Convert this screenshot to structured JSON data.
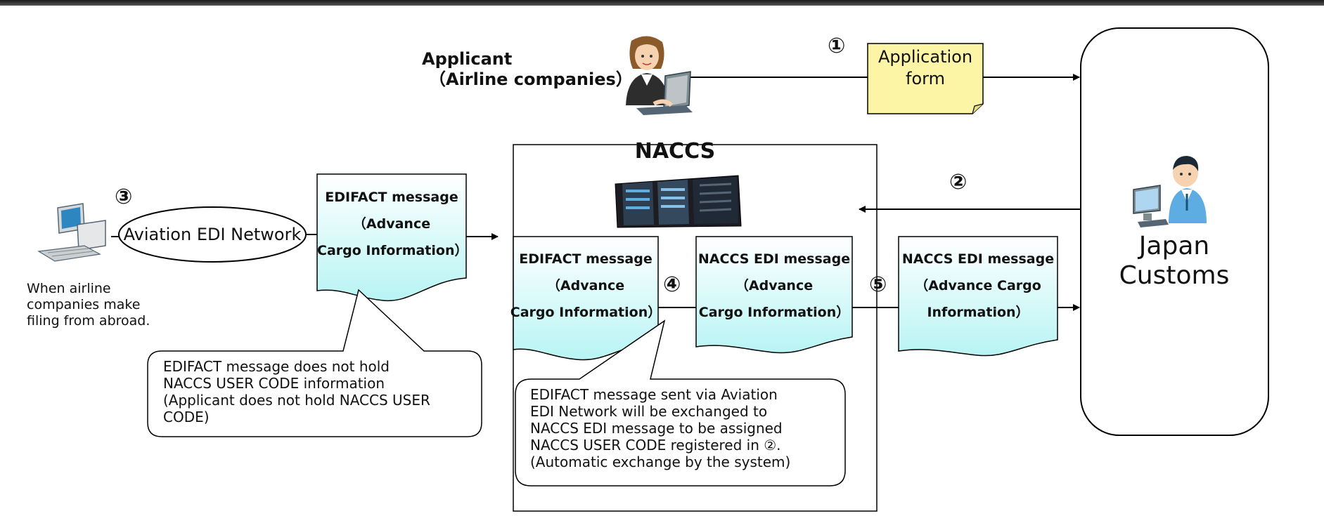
{
  "top_rule_color": "#2a2a2a",
  "accent_colors": {
    "document_fill": "#dffbfb",
    "form_fill": "#fcf5a6"
  },
  "applicant": {
    "label_line1": "Applicant",
    "label_line2": "（Airline companies）"
  },
  "steps": {
    "s1": "①",
    "s2": "②",
    "s3": "③",
    "s4": "④",
    "s5": "⑤"
  },
  "application_form": {
    "line1": "Application",
    "line2": "form"
  },
  "naccs": {
    "title": "NACCS"
  },
  "customs": {
    "line1": "Japan",
    "line2": "Customs"
  },
  "network": {
    "label": "Aviation EDI Network"
  },
  "abroad_note": {
    "line1": "When airline",
    "line2": "companies make",
    "line3": "filing from abroad."
  },
  "docs": {
    "edifact_outer": {
      "line1": "EDIFACT message",
      "line2": "（Advance",
      "line3": "Cargo Information）"
    },
    "edifact_inner": {
      "line1": "EDIFACT message",
      "line2": "（Advance",
      "line3": "Cargo Information）"
    },
    "naccs_inner": {
      "line1": "NACCS EDI message",
      "line2": "（Advance",
      "line3": "Cargo Information）"
    },
    "naccs_outer": {
      "line1": "NACCS EDI message",
      "line2": "（Advance Cargo",
      "line3": "Information）"
    }
  },
  "callouts": {
    "left": {
      "line1": "EDIFACT message does not hold",
      "line2": "NACCS USER CODE information",
      "line3": "(Applicant does not hold NACCS USER",
      "line4": "CODE)"
    },
    "middle": {
      "line1": "EDIFACT message sent via Aviation",
      "line2": "EDI Network will be exchanged to",
      "line3": "NACCS EDI message to be assigned",
      "line4": "NACCS USER CODE registered in ②.",
      "line5": "(Automatic exchange by the system)"
    }
  },
  "icons": {
    "applicant": "person-with-laptop-icon",
    "officer": "customs-officer-at-computer-icon",
    "pc": "desktop-computer-icon",
    "server": "server-rack-icon"
  }
}
